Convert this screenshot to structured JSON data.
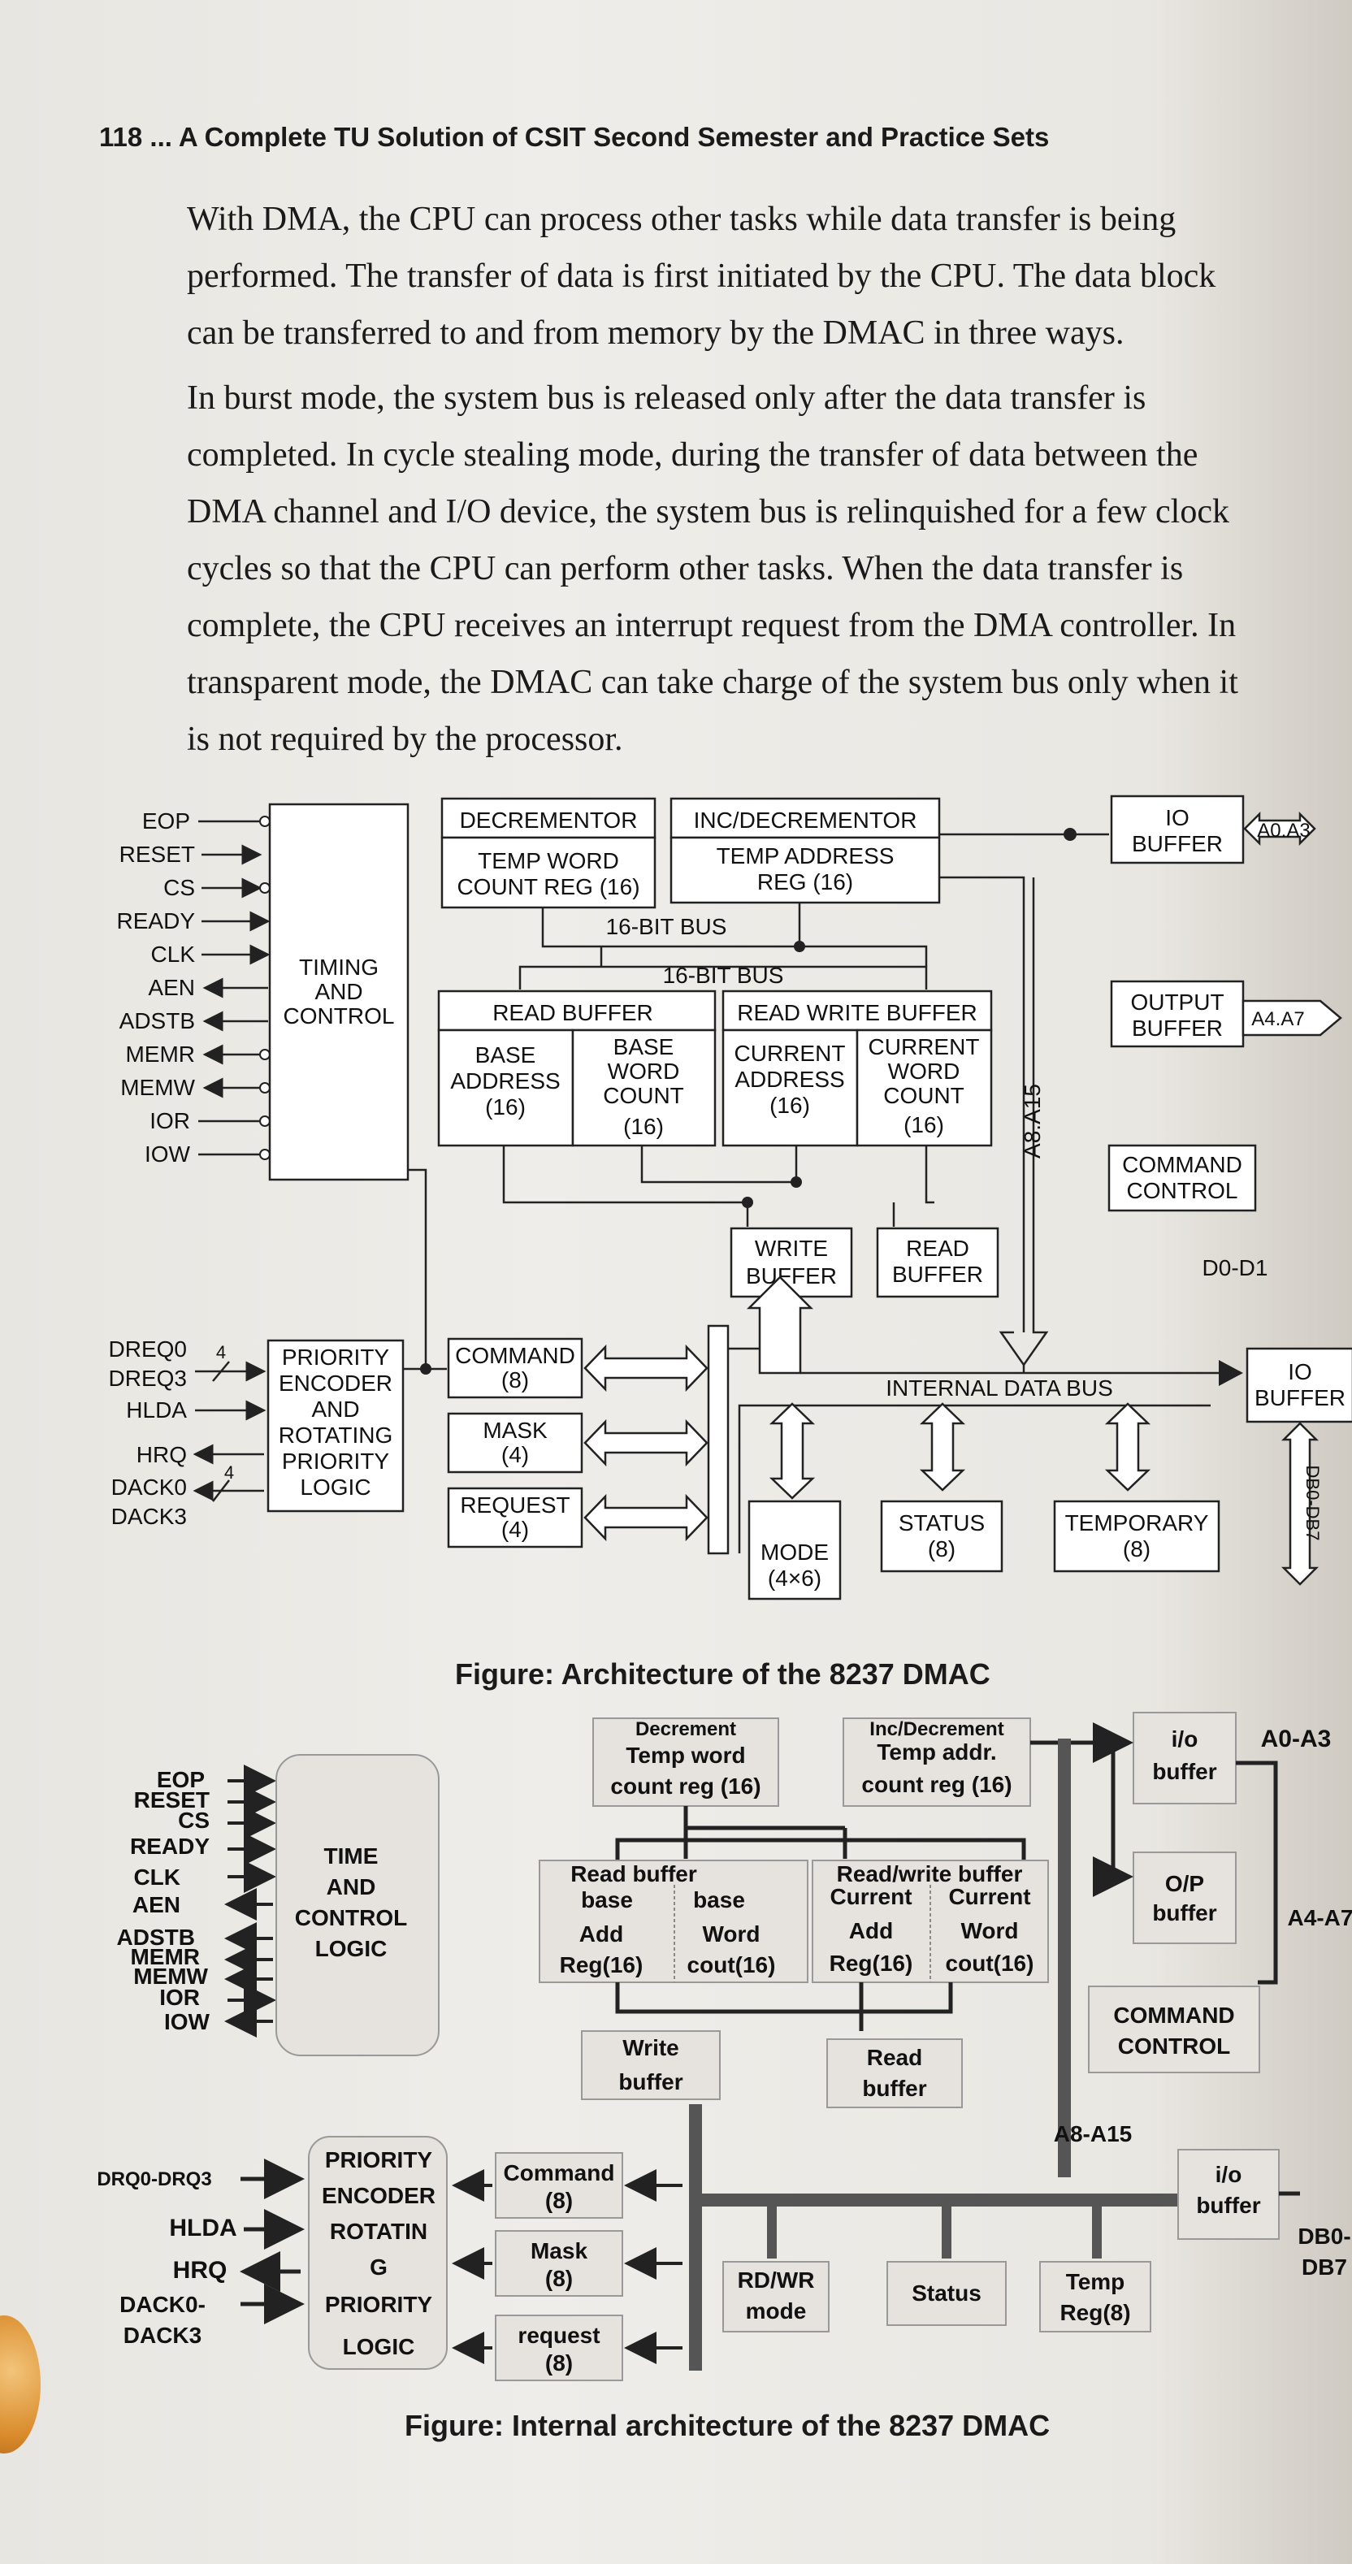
{
  "header": "118 ... A Complete TU Solution of CSIT Second Semester and Practice Sets",
  "paragraph1": [
    "With DMA, the CPU can process other tasks while data transfer is being",
    "performed. The transfer of data is first initiated by the CPU. The data block",
    "can be transferred to and from memory by the DMAC in three ways."
  ],
  "paragraph2": [
    "In burst mode, the system bus is released only after the data transfer is",
    "completed. In cycle stealing mode, during the transfer of data between the",
    "DMA channel and I/O device, the system bus is relinquished for a few clock",
    "cycles so that the CPU can perform other tasks. When the data transfer is",
    "complete, the CPU receives an interrupt request from the DMA controller. In",
    "transparent mode, the DMAC can take charge of the system bus only when it",
    "is not required by the processor."
  ],
  "figure1": {
    "caption": "Figure: Architecture of the 8237 DMAC",
    "left_signals": [
      "EOP",
      "RESET",
      "CS",
      "READY",
      "CLK",
      "AEN",
      "ADSTB",
      "MEMR",
      "MEMW",
      "IOR",
      "IOW"
    ],
    "timing": [
      "TIMING",
      "AND",
      "CONTROL"
    ],
    "decrementor": "DECREMENTOR",
    "inc_decrementor": "INC/DECREMENTOR",
    "temp_word": [
      "TEMP WORD",
      "COUNT REG (16)"
    ],
    "temp_address": [
      "TEMP ADDRESS",
      "REG (16)"
    ],
    "bus16_a": "16-BIT BUS",
    "bus16_b": "16-BIT BUS",
    "read_buffer": "READ BUFFER",
    "read_write_buffer": "READ WRITE BUFFER",
    "base_address": [
      "BASE",
      "ADDRESS",
      "(16)"
    ],
    "base_word": [
      "BASE",
      "WORD",
      "COUNT",
      "(16)"
    ],
    "current_address": [
      "CURRENT",
      "ADDRESS",
      "(16)"
    ],
    "current_word": [
      "CURRENT",
      "WORD",
      "COUNT",
      "(16)"
    ],
    "a8_a15": "A8.A15",
    "io_buffer_top": [
      "IO",
      "BUFFER"
    ],
    "a0_a3": "A0.A3",
    "output_buffer": [
      "OUTPUT",
      "BUFFER"
    ],
    "a4_a7": "A4.A7",
    "command_control": [
      "COMMAND",
      "CONTROL"
    ],
    "d0_d1": "D0-D1",
    "write_buffer": [
      "WRITE",
      "BUFFER"
    ],
    "read_buffer2": [
      "READ",
      "BUFFER"
    ],
    "dreq_signals": [
      "DREQ0",
      "DREQ3",
      "HLDA",
      "HRQ",
      "DACK0",
      "DACK3"
    ],
    "bus_width": "4",
    "priority": [
      "PRIORITY",
      "ENCODER",
      "AND",
      "ROTATING",
      "PRIORITY",
      "LOGIC"
    ],
    "command": [
      "COMMAND",
      "(8)"
    ],
    "mask": [
      "MASK",
      "(4)"
    ],
    "request": [
      "REQUEST",
      "(4)"
    ],
    "internal_bus": "INTERNAL DATA BUS",
    "io_buffer_bottom": [
      "IO",
      "BUFFER"
    ],
    "db0_db7": "DB0-DB7",
    "mode": [
      "MODE",
      "(4×6)"
    ],
    "status": [
      "STATUS",
      "(8)"
    ],
    "temporary": [
      "TEMPORARY",
      "(8)"
    ]
  },
  "figure2": {
    "caption": "Figure: Internal architecture of the 8237 DMAC",
    "left_signals": [
      "EOP",
      "RESET",
      "CS",
      "READY",
      "CLK",
      "AEN",
      "ADSTB",
      "MEMR",
      "MEMW",
      "IOR",
      "IOW"
    ],
    "timing": [
      "TIME",
      "AND",
      "CONTROL",
      "LOGIC"
    ],
    "decrement": "Decrement",
    "temp_word": [
      "Temp word",
      "count reg (16)"
    ],
    "inc_decrement": "Inc/Decrement",
    "temp_addr": [
      "Temp addr.",
      "count reg (16)"
    ],
    "io_buffer_top": [
      "i/o",
      "buffer"
    ],
    "a0_a3": "A0-A3",
    "op_buffer": [
      "O/P",
      "buffer"
    ],
    "a4_a7": "A4-A7",
    "read_buffer": "Read buffer",
    "read_write_buffer": "Read/write buffer",
    "base_add": [
      "base",
      "Add",
      "Reg(16)"
    ],
    "base_word": [
      "base",
      "Word",
      "cout(16)"
    ],
    "current_add": [
      "Current",
      "Add",
      "Reg(16)"
    ],
    "current_word": [
      "Current",
      "Word",
      "cout(16)"
    ],
    "command_control": [
      "COMMAND",
      "CONTROL"
    ],
    "write_buffer": [
      "Write",
      "buffer"
    ],
    "read_buffer2": [
      "Read",
      "buffer"
    ],
    "a8_a15": "A8-A15",
    "io_buffer_bottom": [
      "i/o",
      "buffer"
    ],
    "db": [
      "DB0-",
      "DB7"
    ],
    "drq": "DRQ0-DRQ3",
    "hlda": "HLDA",
    "hrq": "HRQ",
    "dack": [
      "DACK0-",
      "DACK3"
    ],
    "priority": [
      "PRIORITY",
      "ENCODER",
      "ROTATIN",
      "G",
      "PRIORITY",
      "LOGIC"
    ],
    "command": [
      "Command",
      "(8)"
    ],
    "mask": [
      "Mask",
      "(8)"
    ],
    "request": [
      "request",
      "(8)"
    ],
    "rdwr": [
      "RD/WR",
      "mode"
    ],
    "status": "Status",
    "temp": [
      "Temp",
      "Reg(8)"
    ]
  }
}
